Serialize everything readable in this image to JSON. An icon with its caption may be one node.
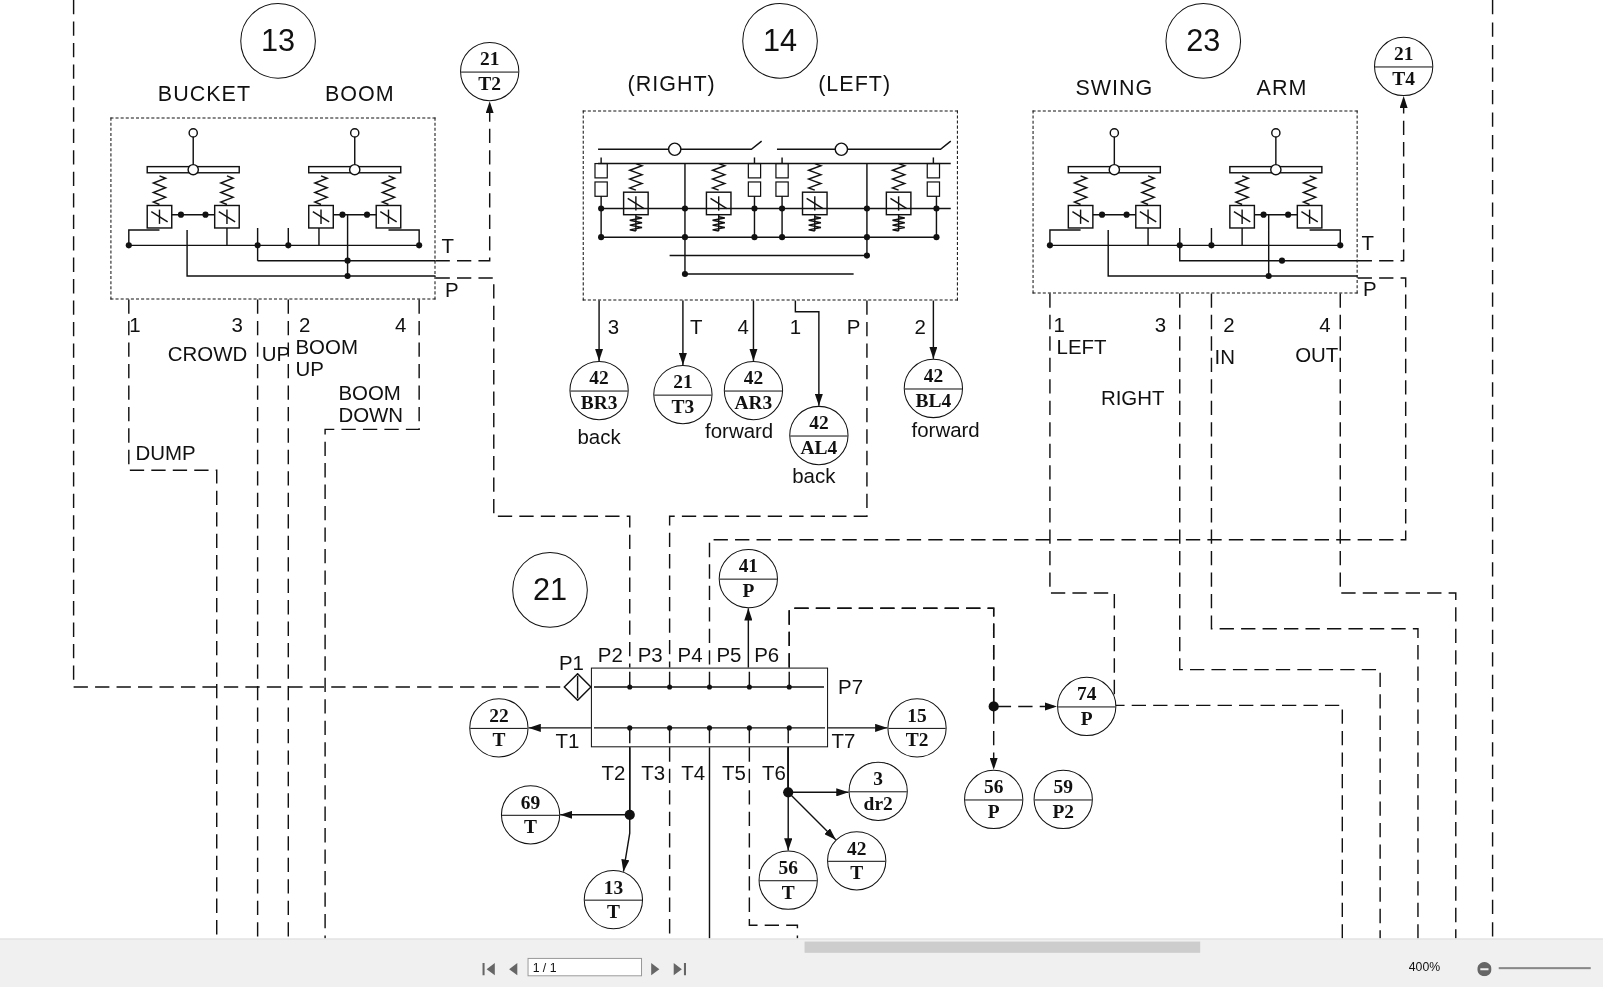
{
  "diagram": {
    "nodes": [
      {
        "text": [
          "13"
        ]
      },
      {
        "text": [
          "14"
        ]
      },
      {
        "text": [
          "23"
        ]
      },
      {
        "text": [
          "21",
          "T2"
        ]
      },
      {
        "text": [
          "21",
          "T4"
        ]
      },
      {
        "text": [
          "BUCKET",
          "BOOM"
        ]
      },
      {
        "text": [
          "(RIGHT)",
          "(LEFT)"
        ]
      },
      {
        "text": [
          "SWING",
          "ARM"
        ]
      },
      {
        "text": [
          "42",
          "BR3"
        ],
        "beside": [
          "back"
        ]
      },
      {
        "text": [
          "21",
          "T3"
        ]
      },
      {
        "text": [
          "42",
          "AR3"
        ],
        "beside": [
          "forward"
        ]
      },
      {
        "text": [
          "42",
          "AL4"
        ],
        "beside": [
          "back"
        ]
      },
      {
        "text": [
          "42",
          "BL4"
        ],
        "beside": [
          "forward"
        ]
      },
      {
        "text": [
          "21"
        ]
      },
      {
        "text": [
          "41",
          "P"
        ]
      },
      {
        "text": [],
        "shape": "box"
      },
      {
        "text": [
          "22",
          "T"
        ]
      },
      {
        "text": [
          "15",
          "T2"
        ]
      },
      {
        "text": [
          "74",
          "P"
        ]
      },
      {
        "text": [
          "69",
          "T"
        ]
      },
      {
        "text": [
          "56",
          "P"
        ]
      },
      {
        "text": [
          "59",
          "P2"
        ]
      },
      {
        "text": [
          "3",
          "dr2"
        ]
      },
      {
        "text": [
          "13",
          "T"
        ]
      },
      {
        "text": [
          "56",
          "T"
        ]
      },
      {
        "text": [
          "42",
          "T"
        ]
      }
    ],
    "edges": [
      {
        "from": 5,
        "to": 3,
        "arrow": "to",
        "style": "dashed"
      },
      {
        "from": 7,
        "to": 4,
        "arrow": "to",
        "style": "dashed"
      },
      {
        "from": 6,
        "to": 8,
        "arrow": "to"
      },
      {
        "from": 6,
        "to": 9,
        "arrow": "to"
      },
      {
        "from": 6,
        "to": 10,
        "arrow": "to"
      },
      {
        "from": 6,
        "to": 11,
        "arrow": "to"
      },
      {
        "from": 6,
        "to": 12,
        "arrow": "to"
      },
      {
        "from": 15,
        "to": 14,
        "arrow": "to"
      },
      {
        "from": 15,
        "to": 16,
        "arrow": "to"
      },
      {
        "from": 15,
        "to": 17,
        "arrow": "to"
      },
      {
        "from": 15,
        "to": 19,
        "arrow": "to"
      },
      {
        "from": 15,
        "to": 23,
        "arrow": "to"
      },
      {
        "from": 15,
        "to": 22,
        "arrow": "to"
      },
      {
        "from": 15,
        "to": 24,
        "arrow": "to"
      },
      {
        "from": 15,
        "to": 25,
        "arrow": "to"
      },
      {
        "from": 15,
        "to": 18,
        "arrow": "to",
        "style": "dashed"
      },
      {
        "from": 15,
        "to": 20,
        "arrow": "to",
        "style": "dashed"
      },
      {
        "from": 5,
        "to": 15,
        "arrow": "none",
        "style": "dashed"
      },
      {
        "from": 6,
        "to": 15,
        "arrow": "none",
        "style": "dashed"
      },
      {
        "from": 7,
        "to": 15,
        "arrow": "none",
        "style": "dashed"
      },
      {
        "from": null,
        "to": 15,
        "arrow": "other",
        "style": "dashed"
      },
      {
        "from": 5,
        "to": null,
        "arrow": "none",
        "style": "dashed"
      },
      {
        "from": 5,
        "to": null,
        "arrow": "none",
        "style": "dashed"
      },
      {
        "from": 5,
        "to": null,
        "arrow": "none",
        "style": "dashed"
      },
      {
        "from": 5,
        "to": null,
        "arrow": "none",
        "style": "dashed"
      },
      {
        "from": 7,
        "to": null,
        "arrow": "none",
        "style": "dashed"
      },
      {
        "from": 7,
        "to": null,
        "arrow": "none",
        "style": "dashed"
      },
      {
        "from": 7,
        "to": null,
        "arrow": "none",
        "style": "dashed"
      },
      {
        "from": 7,
        "to": null,
        "arrow": "none",
        "style": "dashed"
      },
      {
        "from": 15,
        "to": null,
        "arrow": "none",
        "style": "dashed"
      },
      {
        "from": 15,
        "to": null,
        "arrow": "none"
      },
      {
        "from": 15,
        "to": null,
        "arrow": "none",
        "style": "dashed"
      }
    ],
    "labels": [
      "T",
      "P",
      "1",
      "3",
      "2",
      "4",
      "CROWD",
      "UP",
      "BOOM UP",
      "BOOM DOWN",
      "DUMP",
      "3",
      "T",
      "4",
      "1",
      "P",
      "2",
      "T",
      "P",
      "1",
      "3",
      "2",
      "4",
      "LEFT",
      "RIGHT",
      "IN",
      "OUT",
      "P1",
      "P2",
      "P3",
      "P4",
      "P5",
      "P6",
      "P7",
      "T1",
      "T7",
      "T2",
      "T3",
      "T4",
      "T5",
      "T6",
      "1 / 1",
      "400%"
    ]
  }
}
